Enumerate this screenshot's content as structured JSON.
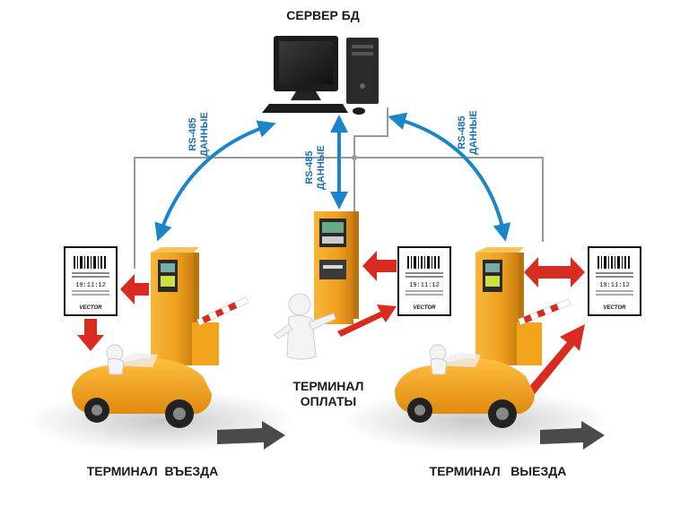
{
  "labels": {
    "server": "СЕРВЕР БД",
    "payment_terminal_line1": "ТЕРМИНАЛ",
    "payment_terminal_line2": "ОПЛАТЫ",
    "entry_terminal": "ТЕРМИНАЛ  ВЪЕЗДА",
    "exit_terminal": "ТЕРМИНАЛ   ВЫЕЗДА"
  },
  "links": [
    {
      "line1": "RS-485",
      "line2": "ДАННЫЕ"
    },
    {
      "line1": "RS-485",
      "line2": "ДАННЫЕ"
    },
    {
      "line1": "RS-485",
      "line2": "ДАННЫЕ"
    }
  ],
  "ticket": {
    "time": "19:11:12",
    "brand": "VECTOR"
  },
  "colors": {
    "cable": "#9a9a9a",
    "data_arrow": "#1a85c8",
    "flow_arrow": "#d92b20",
    "terminal": "#f0a020",
    "car": "#f2a41c",
    "road_arrow": "#4a4a4a"
  }
}
